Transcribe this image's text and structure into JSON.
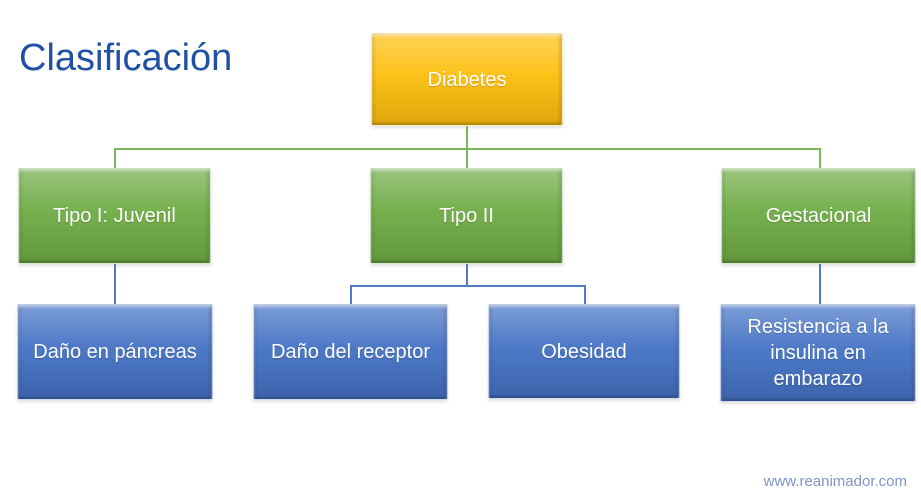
{
  "page": {
    "title": "Clasificación",
    "watermark": "www.reanimador.com"
  },
  "diagram": {
    "type": "hierarchy",
    "root": {
      "label": "Diabetes"
    },
    "branches": [
      {
        "label": "Tipo I: Juvenil",
        "children": [
          "Daño en páncreas"
        ]
      },
      {
        "label": "Tipo II",
        "children": [
          "Daño del receptor",
          "Obesidad"
        ]
      },
      {
        "label": "Gestacional",
        "children": [
          "Resistencia a la insulina en embarazo"
        ]
      }
    ]
  },
  "colors": {
    "title_text": "#2151A3",
    "root_fill": "#FDBE0D",
    "branch_fill": "#6FAC45",
    "leaf_fill": "#4472C4",
    "line_green": "#7CB65A",
    "line_blue": "#5079C7",
    "watermark_text": "#7E95C5"
  }
}
